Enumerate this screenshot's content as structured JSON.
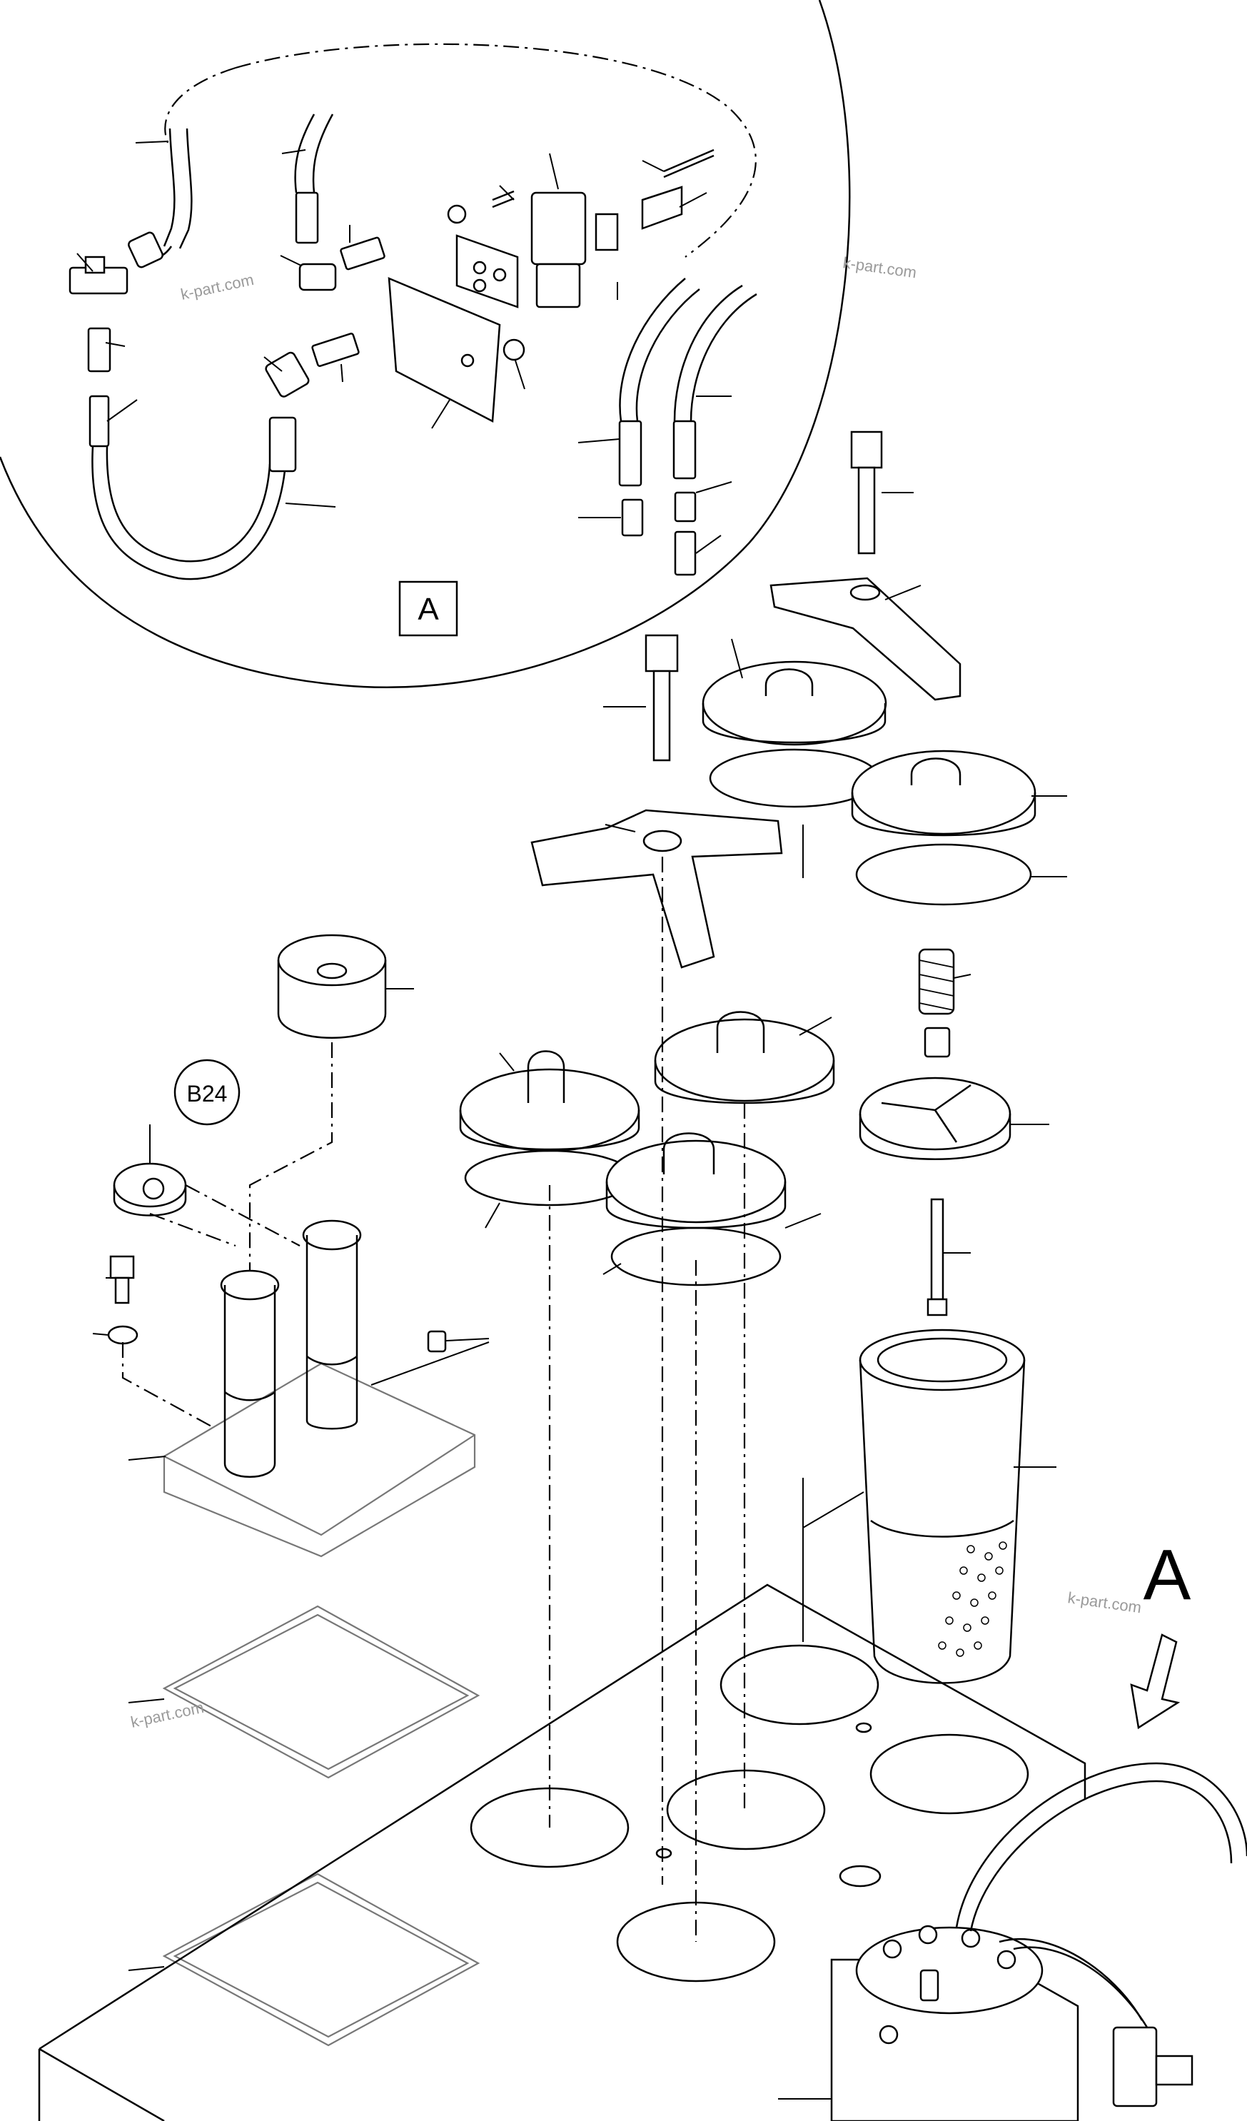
{
  "diagram": {
    "detail_box_label": "A",
    "view_arrow_label": "A",
    "reference_circle_label": "B24",
    "watermarks": [
      "k-part.com",
      "k-part.com",
      "k-part.com",
      "k-part.com"
    ]
  }
}
